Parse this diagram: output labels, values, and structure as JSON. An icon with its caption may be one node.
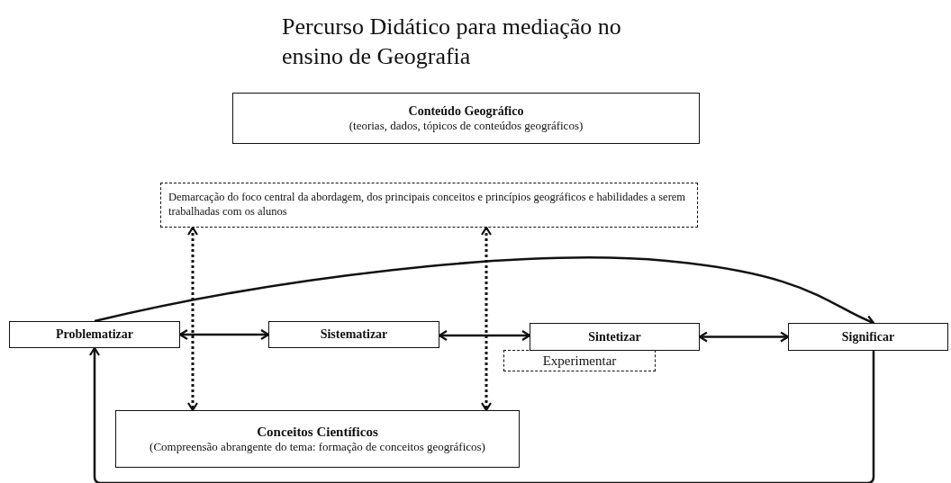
{
  "diagram": {
    "title": "Percurso Didático para mediação no ensino de Geografia",
    "nodes": [
      {
        "text": [
          "Conteúdo Geográfico",
          "(teorias, dados, tópicos de conteúdos geográficos)"
        ]
      },
      {
        "text": [
          "Demarcação do foco central da abordagem, dos principais conceitos e princípios geográficos e habilidades a serem trabalhadas com os alunos"
        ]
      },
      {
        "text": [
          "Problematizar"
        ]
      },
      {
        "text": [
          "Sistematizar"
        ]
      },
      {
        "text": [
          "Sintetizar"
        ]
      },
      {
        "text": [
          "Experimentar"
        ]
      },
      {
        "text": [
          "Significar"
        ]
      },
      {
        "text": [
          "Conceitos Científicos",
          "(Compreensão abrangente do tema: formação de conceitos geográficos)"
        ]
      }
    ],
    "edges": [
      {
        "from": 2,
        "to": 3,
        "arrow": "both"
      },
      {
        "from": 3,
        "to": 4,
        "arrow": "both"
      },
      {
        "from": 4,
        "to": 6,
        "arrow": "both"
      },
      {
        "from": 2,
        "to": 6,
        "arrow": "to"
      },
      {
        "from": 6,
        "to": 2,
        "arrow": "to"
      },
      {
        "from": 1,
        "to": 7,
        "arrow": "both",
        "style": "dashed"
      },
      {
        "from": 1,
        "to": 7,
        "arrow": "both",
        "style": "dashed"
      }
    ]
  }
}
